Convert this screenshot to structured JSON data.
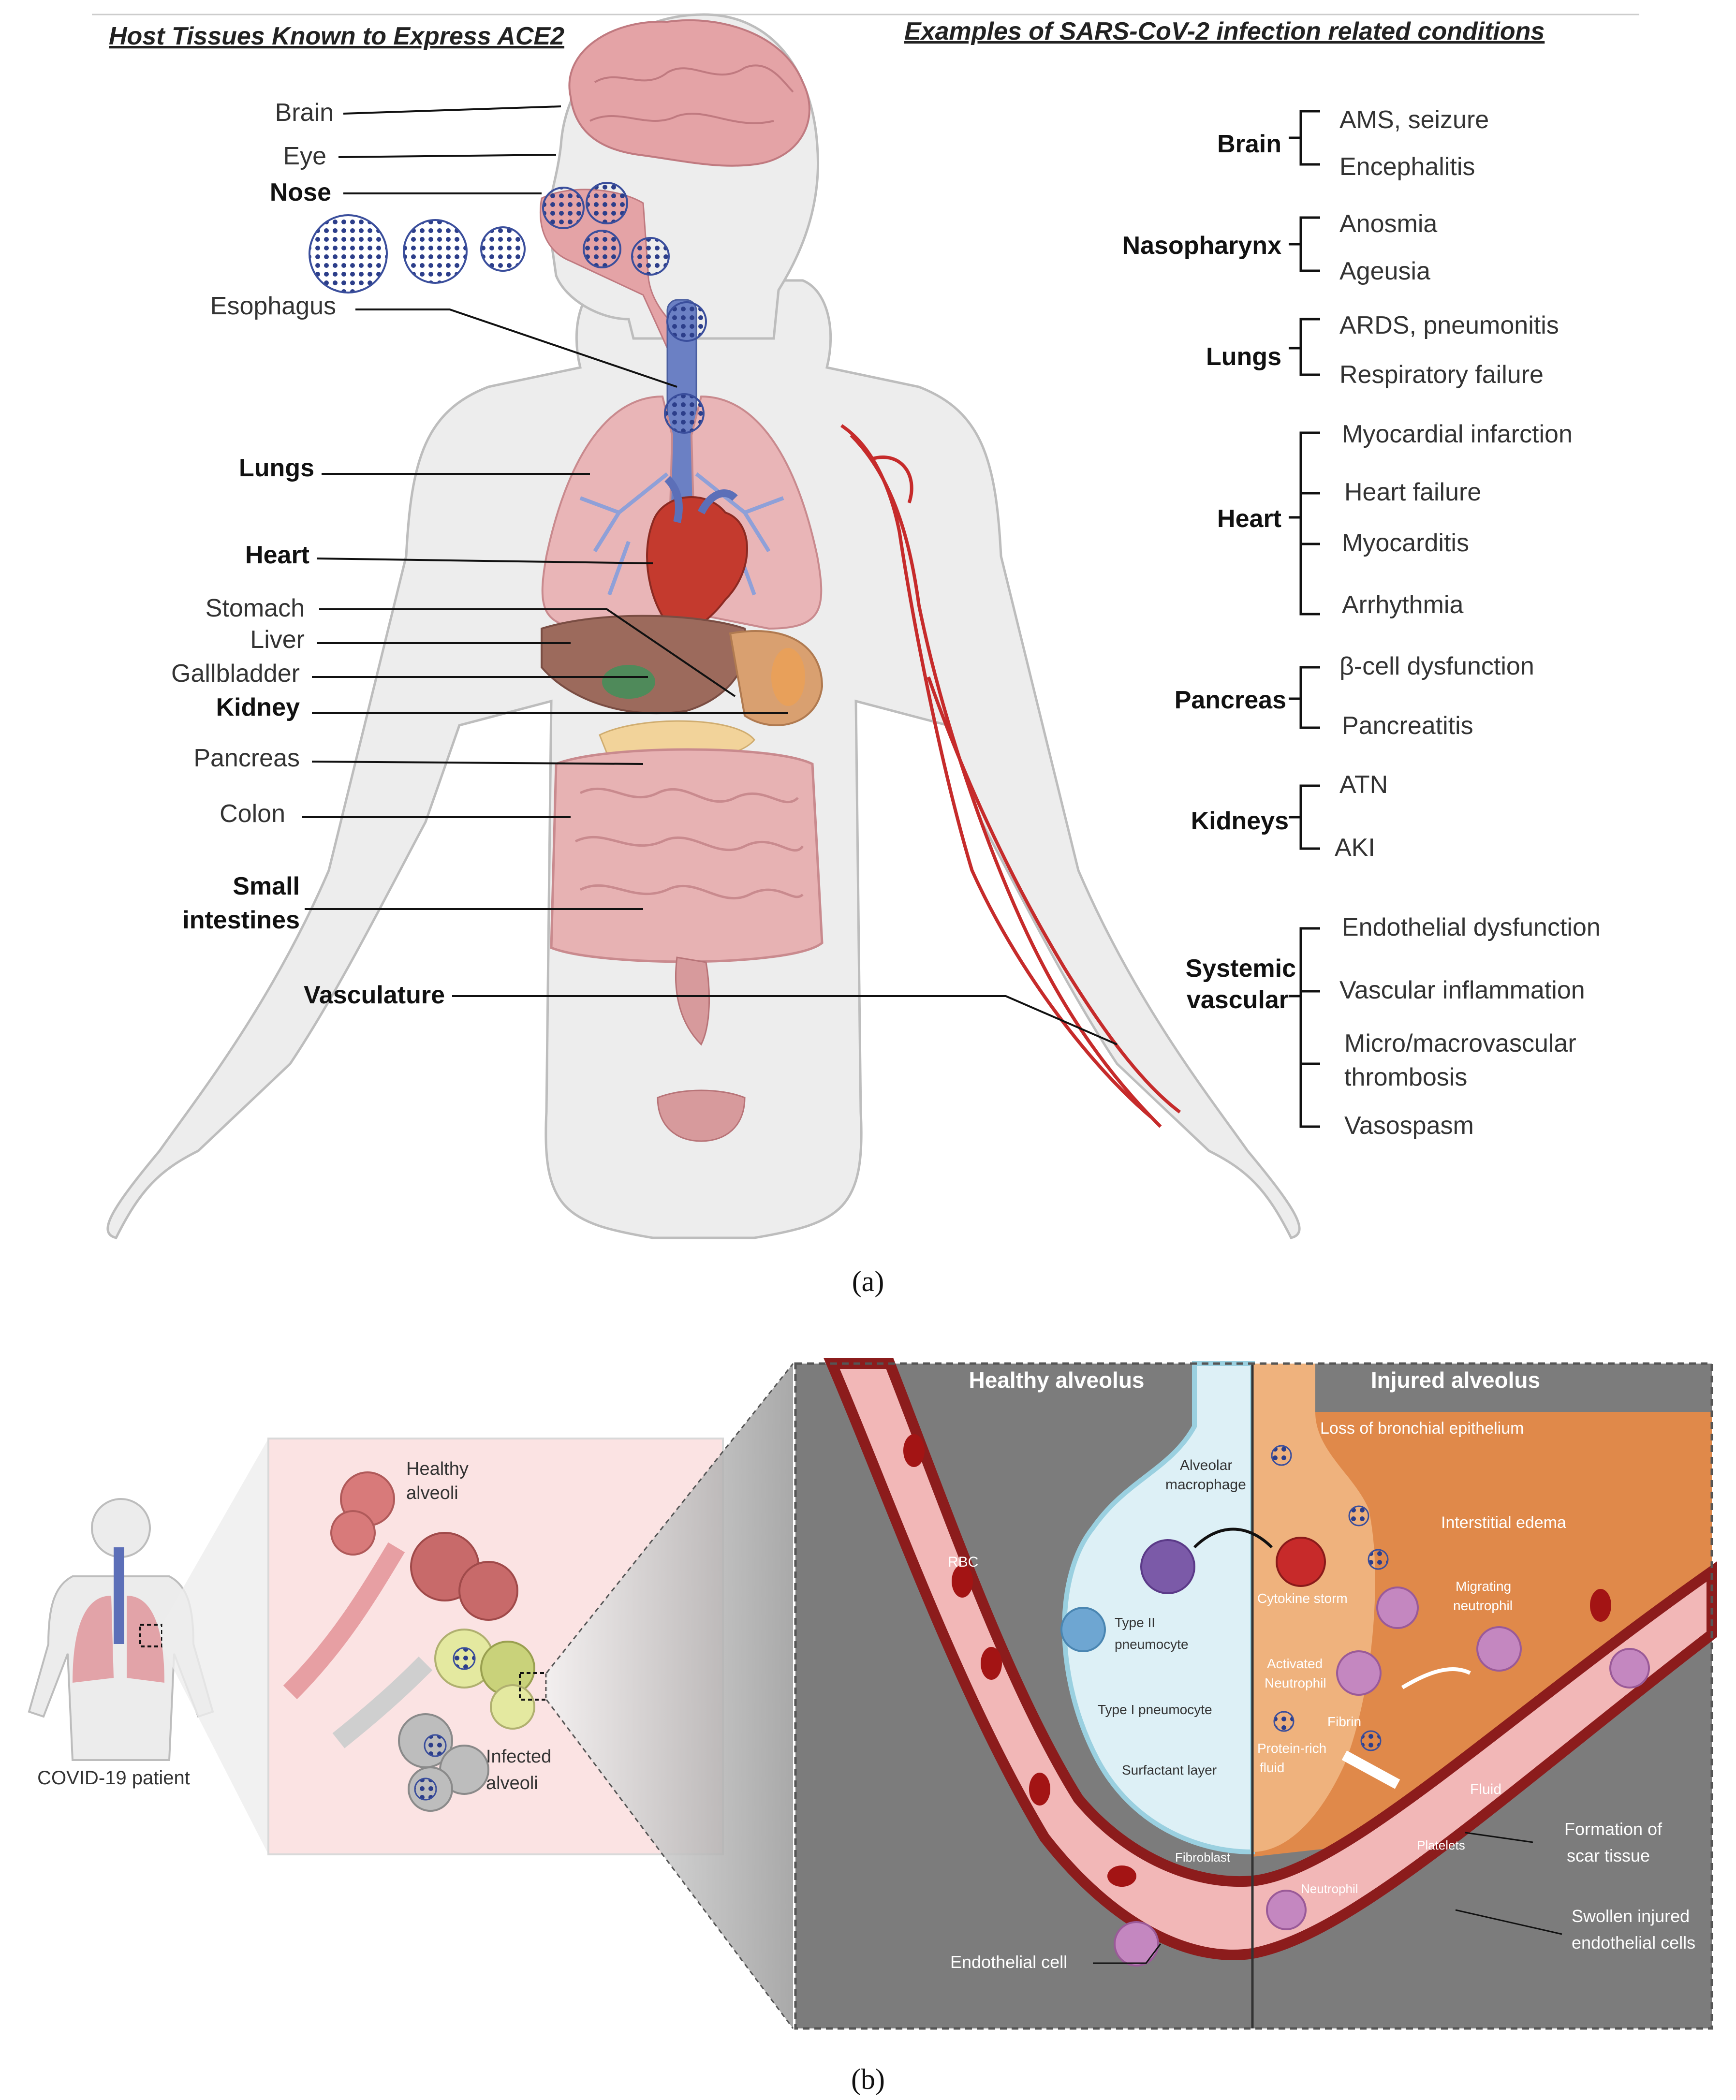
{
  "panel_a": {
    "heading_left": "Host Tissues Known to Express ACE2",
    "heading_right": "Examples of SARS-CoV-2  infection related conditions",
    "tissues": [
      "Brain",
      "Eye",
      "Nose",
      "Esophagus",
      "Lungs",
      "Heart",
      "Stomach",
      "Liver",
      "Gallbladder",
      "Kidney",
      "Pancreas",
      "Colon",
      "Small",
      "intestines",
      "Vasculature"
    ],
    "conditions": {
      "brain": {
        "label": "Brain",
        "items": [
          "AMS, seizure",
          "Encephalitis"
        ]
      },
      "nasopharynx": {
        "label": "Nasopharynx",
        "items": [
          "Anosmia",
          "Ageusia"
        ]
      },
      "lungs": {
        "label": "Lungs",
        "items": [
          "ARDS, pneumonitis",
          "Respiratory failure"
        ]
      },
      "heart": {
        "label": "Heart",
        "items": [
          "Myocardial infarction",
          "Heart failure",
          "Myocarditis",
          "Arrhythmia"
        ]
      },
      "pancreas": {
        "label": "Pancreas",
        "items": [
          "β-cell dysfunction",
          "Pancreatitis"
        ]
      },
      "kidneys": {
        "label": "Kidneys",
        "items": [
          "ATN",
          "AKI"
        ]
      },
      "vascular": {
        "label_line1": "Systemic",
        "label_line2": "vascular",
        "items": [
          "Endothelial dysfunction",
          "Vascular inflammation",
          "Micro/macrovascular",
          "thrombosis",
          "Vasospasm"
        ]
      }
    },
    "caption": "(a)"
  },
  "panel_b": {
    "patient_label": "COVID-19 patient",
    "healthy_alveoli": [
      "Healthy",
      "alveoli"
    ],
    "infected_alveoli": [
      "Infected",
      "alveoli"
    ],
    "healthy_title": "Healthy alveolus",
    "injured_title": "Injured alveolus",
    "labels": {
      "loss": "Loss of bronchial epithelium",
      "macrophage1": "Alveolar",
      "macrophage2": "macrophage",
      "edema": "Interstitial  edema",
      "rbc": "RBC",
      "cytokine": "Cytokine storm",
      "migrating1": "Migrating",
      "migrating2": "neutrophil",
      "type2a": "Type II",
      "type2b": "pneumocyte",
      "activated1": "Activated",
      "activated2": "Neutrophil",
      "type1": "Type I  pneumocyte",
      "fibrin": "Fibrin",
      "protein1": "Protein-rich",
      "protein2": "fluid",
      "surfactant": "Surfactant layer",
      "fluid": "Fluid",
      "scar1": "Formation of",
      "scar2": "scar tissue",
      "fibroblast": "Fibroblast",
      "platelets": "Platelets",
      "neutrophil": "Neutrophil",
      "swollen1": "Swollen injured",
      "swollen2": "endothelial cells",
      "endothelial": "Endothelial cell"
    },
    "caption": "(b)"
  },
  "colors": {
    "organ": "#e8a6a6",
    "vessel": "#c4262b",
    "virus": "#3a4e9c",
    "body": "#ececec",
    "dark_bg": "#7a7a7a",
    "edema": "#e08a45"
  }
}
